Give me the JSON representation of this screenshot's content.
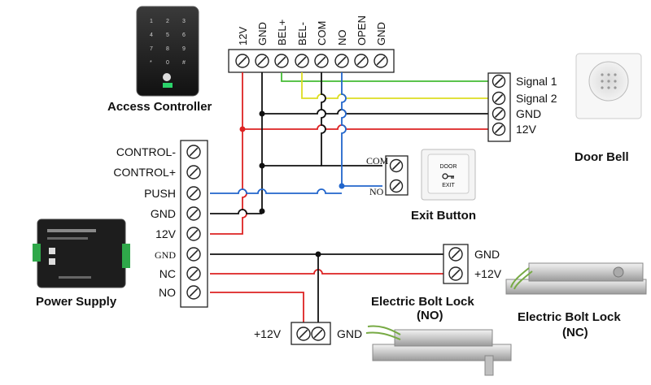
{
  "access_controller": {
    "title": "Access Controller",
    "terminals": [
      "12V",
      "GND",
      "BEL+",
      "BEL-",
      "COM",
      "NO",
      "OPEN",
      "GND"
    ]
  },
  "door_bell": {
    "title": "Door Bell",
    "terminals": [
      "Signal 1",
      "Signal 2",
      "GND",
      "12V"
    ]
  },
  "power_supply": {
    "title": "Power Supply",
    "terminals": [
      "CONTROL-",
      "CONTROL+",
      "PUSH",
      "GND",
      "12V",
      "GND",
      "NC",
      "NO"
    ]
  },
  "exit_button": {
    "title": "Exit Button",
    "terminals": [
      "COM",
      "NO"
    ],
    "face_top": "DOOR",
    "face_bottom": "EXIT"
  },
  "bolt_nc": {
    "title": "Electric Bolt Lock",
    "subtitle": "(NC)",
    "terminals": [
      "GND",
      "+12V"
    ]
  },
  "bolt_no": {
    "title": "Electric Bolt Lock",
    "subtitle": "(NO)",
    "terminal_left": "+12V",
    "terminal_right": "GND"
  },
  "wire_colors": {
    "red": "#dd2222",
    "black": "#111111",
    "blue": "#2266cc",
    "green": "#44bb33",
    "yellow": "#dddd22"
  }
}
